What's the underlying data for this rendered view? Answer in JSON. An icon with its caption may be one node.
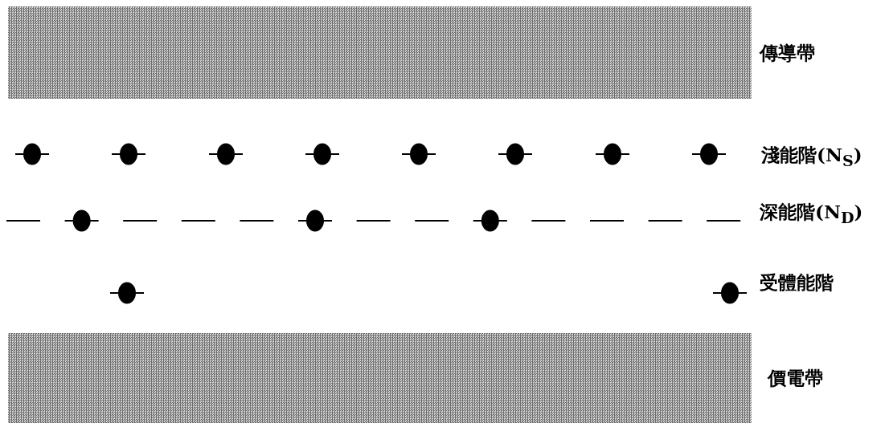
{
  "diagram": {
    "nodes": [
      {
        "text": [
          "傳導帶"
        ]
      },
      {
        "text": [
          "價電帶"
        ]
      }
    ],
    "labels": [
      "淺能階(N$_{S}$)",
      "深能階(N$_{D}$)",
      "受體能階"
    ]
  }
}
